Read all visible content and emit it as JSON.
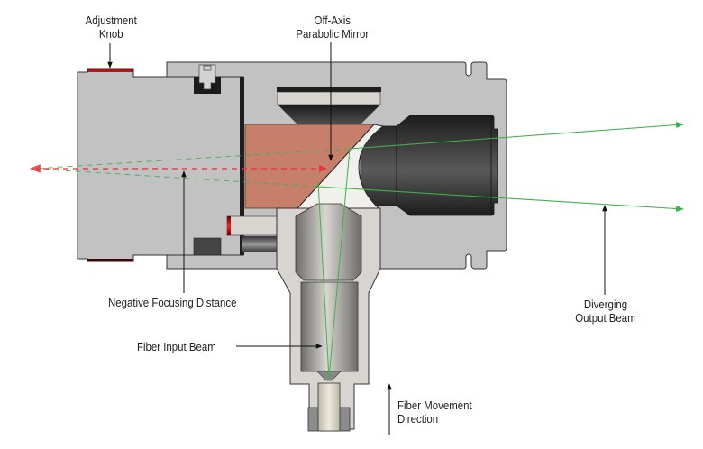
{
  "diagram": {
    "title": "Reflective fiber collimator cross-section (negative focusing distance)",
    "labels": {
      "adjustment_knob": [
        "Adjustment",
        "Knob"
      ],
      "off_axis_mirror": [
        "Off-Axis",
        "Parabolic Mirror"
      ],
      "negative_focusing": "Negative Focusing Distance",
      "fiber_input_beam": "Fiber Input Beam",
      "diverging_output": [
        "Diverging",
        "Output Beam"
      ],
      "fiber_movement": [
        "Fiber Movement",
        "Direction"
      ]
    },
    "colors": {
      "housing": "#c2c2c2",
      "housing_light": "#d8d5d0",
      "dark_bore": "#2a2a2a",
      "mirror_substrate": "#c67f6a",
      "beam_green": "#3cb34a",
      "virtual_beam_red": "#e8383d",
      "knob_red": "#b01010",
      "outline": "#333333"
    }
  }
}
